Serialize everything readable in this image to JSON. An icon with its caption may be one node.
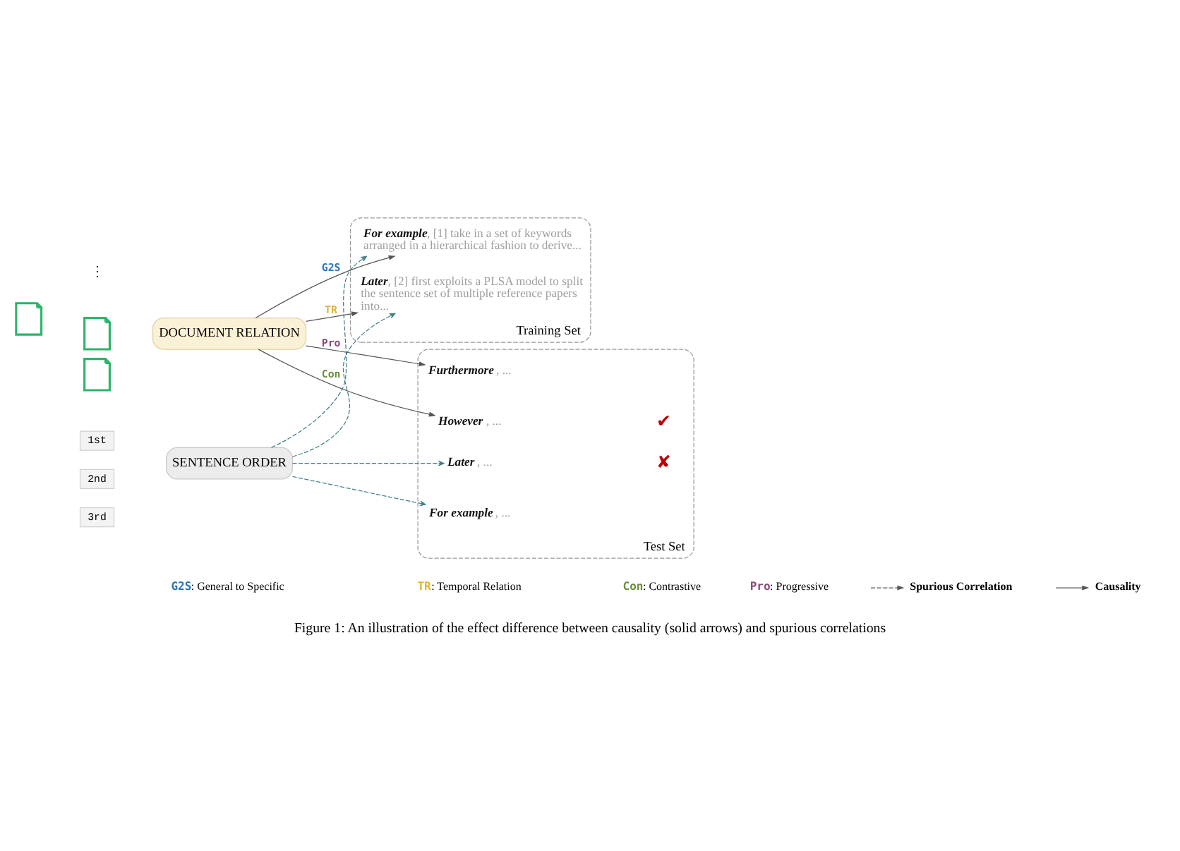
{
  "diagram": {
    "caption": "Figure 1: An illustration of the effect difference between causality (solid arrows) and spurious correlations",
    "nodes": [
      {
        "text": [],
        "shape": "document"
      },
      {
        "text": [],
        "shape": "document"
      },
      {
        "text": [],
        "shape": "document"
      },
      {
        "text": [
          "DOCUMENT RELATION"
        ]
      },
      {
        "text": [],
        "shape": "box",
        "beside": [
          "Training Set"
        ]
      },
      {
        "text": [
          "**For example**, [1] take in a set of keywords arranged in a hierarchical fashion to derive..."
        ],
        "in": 4
      },
      {
        "text": [
          "**Later**, [2] first exploits a PLSA model to split the sentence set of multiple reference papers into..."
        ],
        "in": 4
      },
      {
        "text": [
          "1st"
        ]
      },
      {
        "text": [
          "2nd"
        ]
      },
      {
        "text": [
          "3rd"
        ]
      },
      {
        "text": [
          "SENTENCE ORDER"
        ]
      },
      {
        "text": [],
        "shape": "box",
        "beside": [
          "Test Set"
        ]
      },
      {
        "text": [
          "**However** , ..."
        ],
        "in": 11
      },
      {
        "text": [
          "**Furthermore** , ..."
        ],
        "in": 11
      },
      {
        "text": [
          "**For example** , ..."
        ],
        "in": 11
      },
      {
        "text": [
          "**Later** , ..."
        ],
        "in": 11
      }
    ],
    "edges": [
      {
        "from": 3,
        "to": 5,
        "arrow": "to",
        "label": "G2S"
      },
      {
        "from": 3,
        "to": 6,
        "arrow": "to",
        "label": "TR"
      },
      {
        "from": 3,
        "to": 12,
        "arrow": "to",
        "label": "Con"
      },
      {
        "from": 3,
        "to": 13,
        "arrow": "to",
        "label": "Pro"
      },
      {
        "from": 10,
        "to": 5,
        "arrow": "to",
        "style": "dashed",
        "color": "#3f7f87"
      },
      {
        "from": 10,
        "to": 6,
        "arrow": "to",
        "style": "dashed",
        "color": "#3f7f87"
      },
      {
        "from": 10,
        "to": 14,
        "arrow": "to",
        "style": "dashed",
        "color": "#3f7f87"
      },
      {
        "from": 10,
        "to": 15,
        "arrow": "to",
        "style": "dashed",
        "color": "#3f7f87"
      }
    ],
    "labels": [
      "⋮",
      "✔",
      "✘"
    ],
    "legend": [
      {
        "text": "G2S: General to Specific",
        "color": "#2a73b5"
      },
      {
        "text": "TR: Temporal Relation",
        "color": "#e0b43a"
      },
      {
        "text": "Con: Contrastive",
        "color": "#6b8e3e"
      },
      {
        "text": "Pro: Progressive",
        "color": "#8c4a7a"
      },
      {
        "text": "Spurious Correlation"
      },
      {
        "text": "Causality"
      }
    ]
  }
}
